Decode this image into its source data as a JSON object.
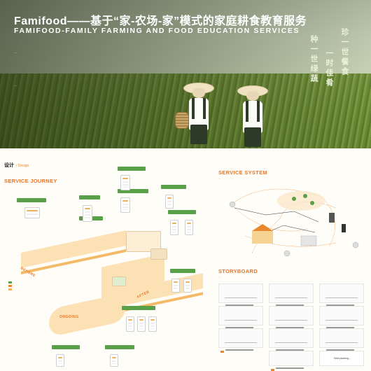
{
  "hero": {
    "title_cn": "Famifood——基于“家-农场-家”模式的家庭耕食教育服务",
    "title_en": "FAMIFOOD-FAMILY FARMING AND FOOD EDUCATION SERVICES",
    "poem_cols": [
      "种一世绿蔬",
      "一时佳肴",
      "珍一世餐食"
    ],
    "intro_cn": "...",
    "intro_en": "..."
  },
  "design": {
    "label": "设计",
    "label_en": "/ Design",
    "journey_title": "SERVICE JOURNEY",
    "journey_sub": "...",
    "stage_before": "BEFORE",
    "stage_after": "AFTER",
    "stage_ongoing": "ONGOING",
    "system_title": "SERVICE SYSTEM",
    "system_sub": "...",
    "storyboard_title": "STORYBOARD",
    "storyboard_sub": "...",
    "next_planting": "Next planting..."
  },
  "colors": {
    "accent": "#e9762a",
    "path": "#f4b356",
    "green": "#5aa04a"
  }
}
